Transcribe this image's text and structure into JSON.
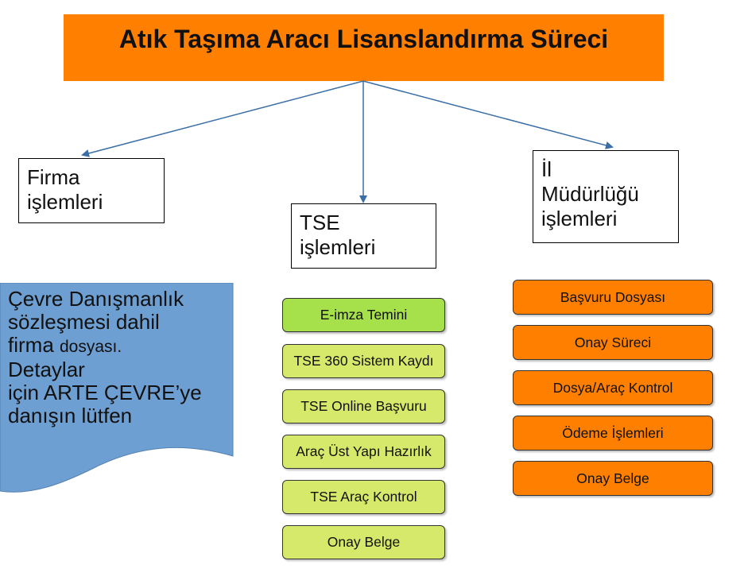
{
  "title": "Atık Taşıma Aracı Lisanslandırma Süreci",
  "categories": {
    "firma": {
      "lines": [
        "Firma",
        "işlemleri"
      ]
    },
    "tse": {
      "lines": [
        "TSE",
        "işlemleri"
      ]
    },
    "il": {
      "lines": [
        "İl",
        "Müdürlüğü",
        "işlemleri"
      ]
    }
  },
  "firma_note": {
    "line1": "Çevre Danışmanlık",
    "line2": "sözleşmesi dahil",
    "line3_a": "firma ",
    "line3_b": "dosyası.",
    "line4": "Detaylar",
    "line5": "için ARTE ÇEVRE’ye",
    "line6": "danışın lütfen"
  },
  "tse_steps": [
    "E-imza Temini",
    "TSE 360 Sistem Kaydı",
    "TSE Online Başvuru",
    "Araç Üst Yapı Hazırlık",
    "TSE Araç Kontrol",
    "Onay Belge"
  ],
  "il_steps": [
    "Başvuru Dosyası",
    "Onay Süreci",
    "Dosya/Araç Kontrol",
    "Ödeme İşlemleri",
    "Onay Belge"
  ],
  "colors": {
    "title_bg": "#ff7f00",
    "arrow": "#3a6ea5",
    "note_bg": "#6e9fd2",
    "tse_first": "#a6e04a",
    "tse_step": "#d6e96a",
    "il_step": "#ff7f00"
  }
}
